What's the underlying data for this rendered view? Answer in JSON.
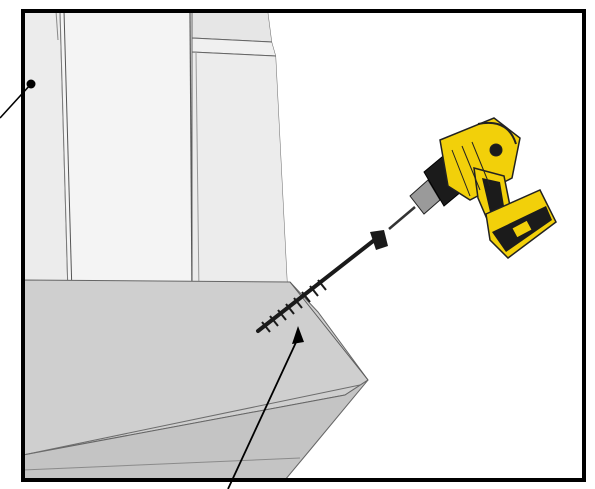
{
  "illustration": {
    "colors": {
      "background": "#ffffff",
      "frame": "#000000",
      "wall_light": "#f1f1f1",
      "wall_shade": "#dcdcdc",
      "trim_face": "#e8e8e8",
      "sill_top": "#cfcfcf",
      "sill_front": "#d8d8d8",
      "sill_bottom": "#c2c2c2",
      "screw": "#1a1a1a",
      "drill_yellow": "#f2d00a",
      "drill_black": "#1b1b1b",
      "chuck_metal": "#9a9a9a"
    },
    "parts": [
      "wall-siding",
      "window-trim",
      "window-sill",
      "screw",
      "cordless-drill",
      "leader-lines"
    ],
    "callout_markers": [
      "callout-dot",
      "callout-arrowhead"
    ]
  }
}
